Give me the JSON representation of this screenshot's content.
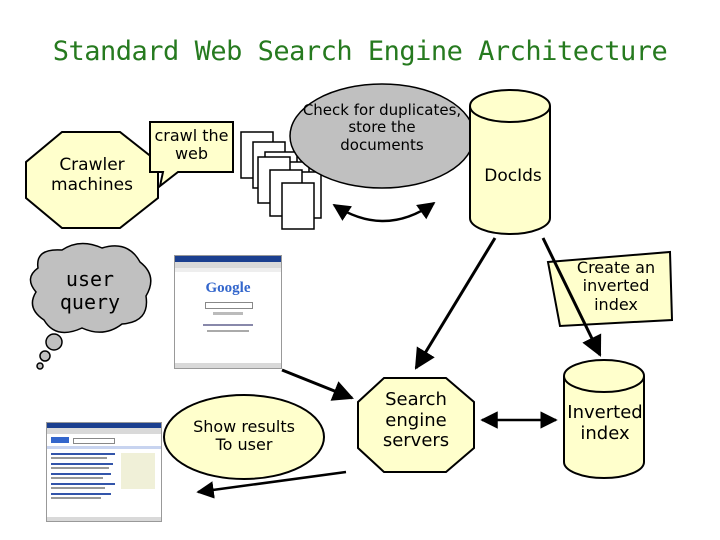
{
  "title": "Standard Web Search Engine Architecture",
  "nodes": {
    "crawler": "Crawler\nmachines",
    "crawl_step": "crawl the\nweb",
    "dedup_step": "Check for duplicates,\nstore the\ndocuments",
    "docids": "DocIds",
    "index_step": "Create an\ninverted\nindex",
    "user_query": "user\nquery",
    "search_servers": "Search\nengine\nservers",
    "inverted_index": "Inverted\nindex",
    "show_results": "Show results\nTo user"
  },
  "screenshot": {
    "logo": "Google"
  },
  "colors": {
    "title": "#267a1f",
    "node_fill": "#ffffcc",
    "bubble_fill": "#c0c0c0",
    "stroke": "#000000",
    "logo_blue": "#3366cc",
    "logo_red": "#cc3333",
    "logo_yellow": "#e8b400",
    "logo_green": "#339933"
  }
}
